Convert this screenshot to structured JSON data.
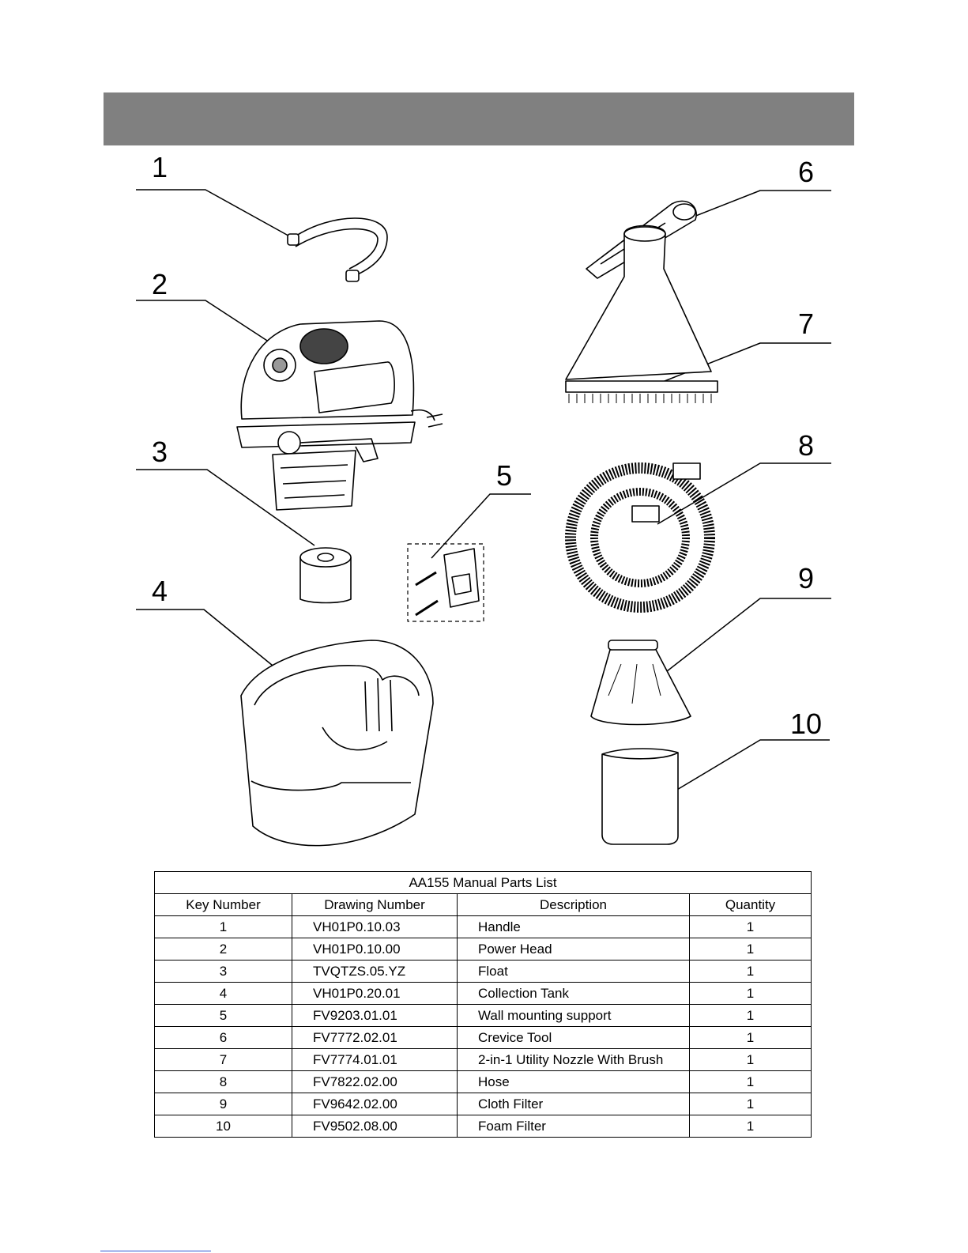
{
  "diagram": {
    "keys": [
      "1",
      "2",
      "3",
      "4",
      "5",
      "6",
      "7",
      "8",
      "9",
      "10"
    ]
  },
  "parts_list": {
    "title": "AA155 Manual Parts List",
    "columns": [
      "Key Number",
      "Drawing Number",
      "Description",
      "Quantity"
    ],
    "rows": [
      {
        "key": "1",
        "drawing": "VH01P0.10.03",
        "description": "Handle",
        "qty": "1"
      },
      {
        "key": "2",
        "drawing": "VH01P0.10.00",
        "description": "Power Head",
        "qty": "1"
      },
      {
        "key": "3",
        "drawing": "TVQTZS.05.YZ",
        "description": "Float",
        "qty": "1"
      },
      {
        "key": "4",
        "drawing": "VH01P0.20.01",
        "description": "Collection Tank",
        "qty": "1"
      },
      {
        "key": "5",
        "drawing": "FV9203.01.01",
        "description": "Wall mounting support",
        "qty": "1"
      },
      {
        "key": "6",
        "drawing": "FV7772.02.01",
        "description": "Crevice Tool",
        "qty": "1"
      },
      {
        "key": "7",
        "drawing": "FV7774.01.01",
        "description": "2-in-1 Utility Nozzle With Brush",
        "qty": "1"
      },
      {
        "key": "8",
        "drawing": "FV7822.02.00",
        "description": "Hose",
        "qty": "1"
      },
      {
        "key": "9",
        "drawing": "FV9642.02.00",
        "description": "Cloth Filter",
        "qty": "1"
      },
      {
        "key": "10",
        "drawing": "FV9502.08.00",
        "description": "Foam Filter",
        "qty": "1"
      }
    ]
  },
  "colors": {
    "header_bar": "#808080",
    "link_underline": "#2f55d4"
  }
}
